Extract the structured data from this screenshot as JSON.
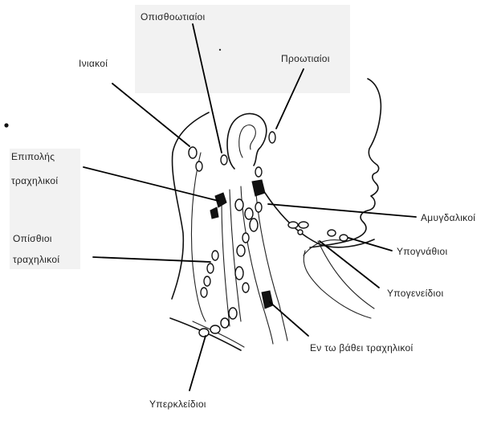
{
  "labels": {
    "occipital": "Ινιακοί",
    "posterior_auricular": "Οπισθοωτιαίοι",
    "preauricular": "Προωτιαίοι",
    "superficial_cervical": "Επιπολής τραχηλικοί",
    "posterior_cervical": "Οπίσθιοι τραχηλικοί",
    "tonsillar": "Αμυγδαλικοί",
    "submandibular": "Υπογνάθιοι",
    "submental": "Υπογενείδιοι",
    "deep_cervical": "Εν τω βάθει τραχηλικοί",
    "supraclavicular": "Υπερκλείδιοι"
  }
}
